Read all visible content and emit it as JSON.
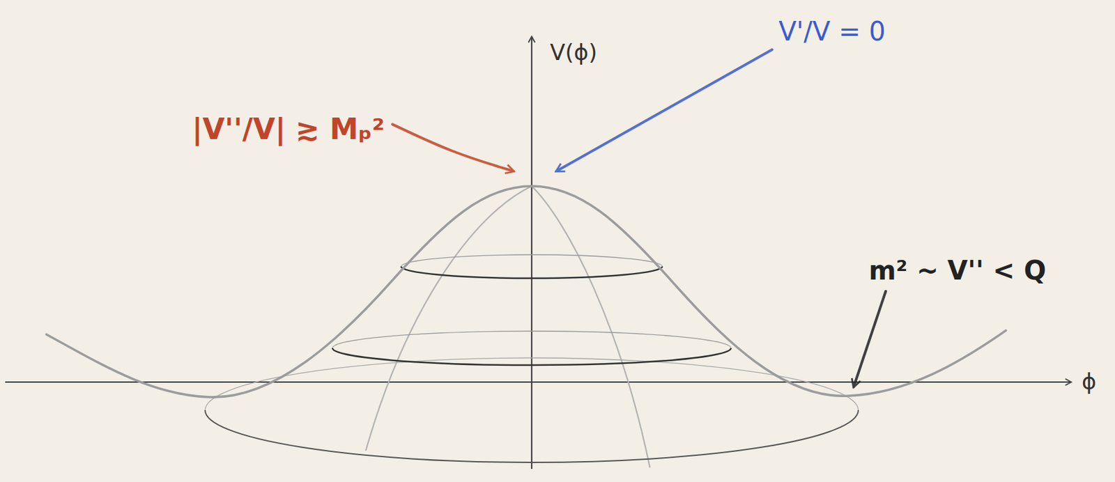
{
  "diagram": {
    "labels": [
      "V(ϕ)",
      "|V''/V| ≳ Mₚ²",
      "V'/V = 0",
      "m² ~ V'' < Q",
      "ϕ"
    ]
  }
}
